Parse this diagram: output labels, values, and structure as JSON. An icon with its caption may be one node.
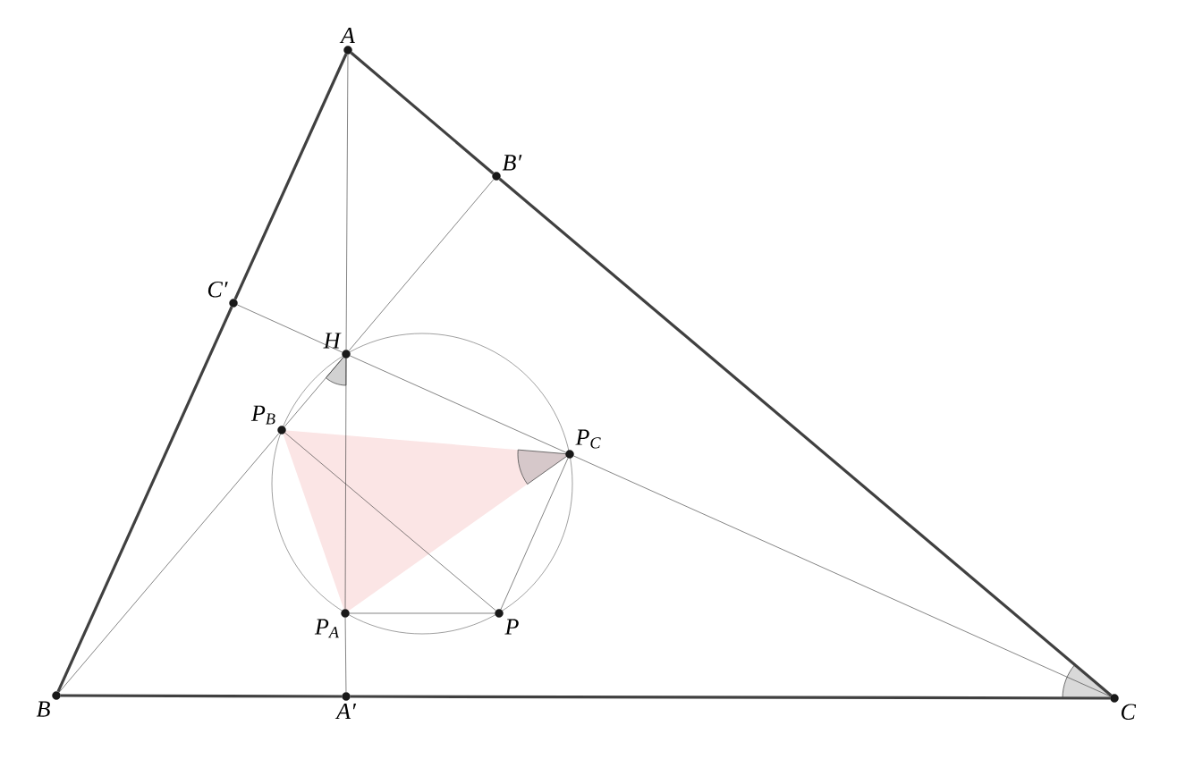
{
  "diagram": {
    "nodes": [
      {
        "text": [
          "A"
        ]
      },
      {
        "text": [
          "B′"
        ]
      },
      {
        "text": [
          "C′"
        ]
      },
      {
        "text": [
          "H"
        ]
      },
      {
        "text": [
          "P$_{B}$"
        ]
      },
      {
        "text": [
          "P$_{C}$"
        ]
      },
      {
        "text": [
          "P$_{A}$"
        ]
      },
      {
        "text": [
          "P"
        ]
      },
      {
        "text": [
          "B"
        ]
      },
      {
        "text": [
          "A′"
        ]
      },
      {
        "text": [
          "C"
        ]
      }
    ],
    "edges": [
      {
        "from": 0,
        "to": 1,
        "arrow": "none",
        "style": "thick"
      },
      {
        "from": 1,
        "to": 10,
        "arrow": "none",
        "style": "thick"
      },
      {
        "from": 10,
        "to": 9,
        "arrow": "none",
        "style": "thick"
      },
      {
        "from": 9,
        "to": 8,
        "arrow": "none",
        "style": "thick"
      },
      {
        "from": 8,
        "to": 2,
        "arrow": "none",
        "style": "thick"
      },
      {
        "from": 2,
        "to": 0,
        "arrow": "none",
        "style": "thick"
      },
      {
        "from": 0,
        "to": 3,
        "arrow": "none"
      },
      {
        "from": 3,
        "to": 6,
        "arrow": "none"
      },
      {
        "from": 6,
        "to": 9,
        "arrow": "none"
      },
      {
        "from": 8,
        "to": 4,
        "arrow": "none"
      },
      {
        "from": 4,
        "to": 3,
        "arrow": "none"
      },
      {
        "from": 3,
        "to": 1,
        "arrow": "none"
      },
      {
        "from": 10,
        "to": 5,
        "arrow": "none"
      },
      {
        "from": 5,
        "to": 3,
        "arrow": "none"
      },
      {
        "from": 3,
        "to": 2,
        "arrow": "none"
      },
      {
        "from": 4,
        "to": 7,
        "arrow": "none"
      },
      {
        "from": 6,
        "to": 7,
        "arrow": "none"
      },
      {
        "from": 7,
        "to": 5,
        "arrow": "none"
      }
    ]
  }
}
